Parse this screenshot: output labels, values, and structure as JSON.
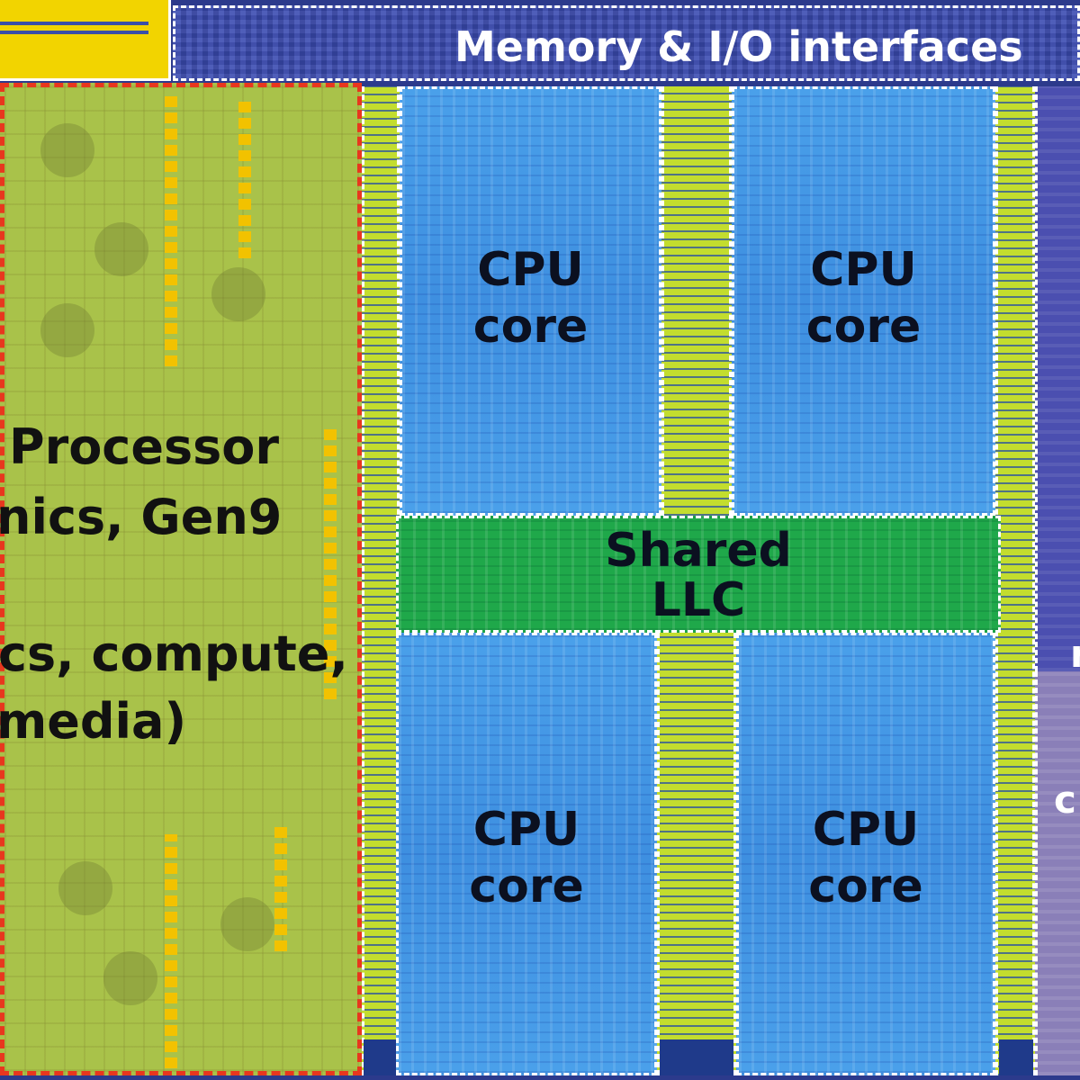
{
  "header": {
    "memory_io_label": "Memory & I/O interfaces"
  },
  "gpu": {
    "lines": [
      "Processor",
      "nics, Gen9",
      "cs, compute,",
      "media)"
    ]
  },
  "cores": [
    {
      "line1": "CPU",
      "line2": "core"
    },
    {
      "line1": "CPU",
      "line2": "core"
    },
    {
      "line1": "CPU",
      "line2": "core"
    },
    {
      "line1": "CPU",
      "line2": "core"
    }
  ],
  "llc": {
    "line1": "Shared",
    "line2": "LLC"
  },
  "right_edge": {
    "mid_fragment": "r",
    "low_fragment": "c"
  },
  "colors": {
    "gpu": "#a9c24a",
    "gpu_border": "#e8371e",
    "core": "#4aa0ea",
    "llc": "#1fa84a",
    "ring": "#c3dd2e",
    "memory_io": "#3a4ab0"
  }
}
